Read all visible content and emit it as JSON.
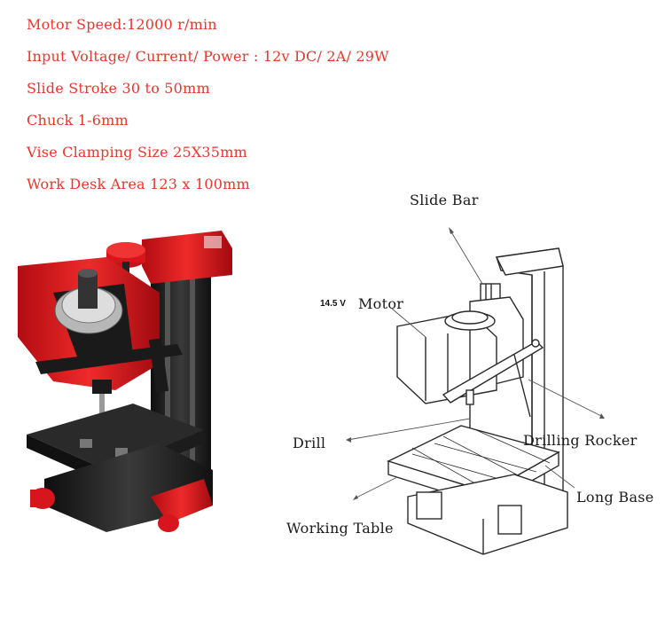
{
  "specs": [
    "Motor Speed:12000 r/min",
    "Input Voltage/ Current/ Power :  12v DC/ 2A/ 29W",
    "Slide Stroke 30 to 50mm",
    "Chuck 1-6mm",
    "Vise Clamping Size 25X35mm",
    "Work Desk Area 123 x 100mm"
  ],
  "diagram": {
    "voltage_mark": "14.5 V",
    "labels": {
      "slide_bar": "Slide Bar",
      "motor": "Motor",
      "drill": "Drill",
      "drilling_rocker": "Drilling Rocker",
      "long_base": "Long Base",
      "working_table": "Working Table"
    }
  },
  "colors": {
    "spec_text": "#e8362a",
    "machine_red": "#d8141c",
    "machine_black": "#1c1c1c"
  }
}
